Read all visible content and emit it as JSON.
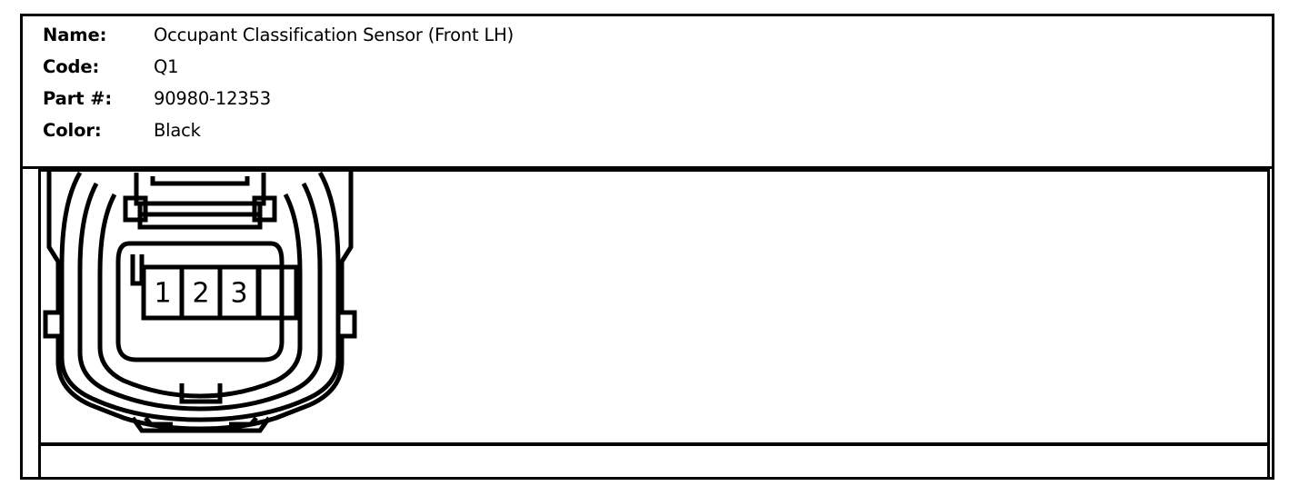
{
  "document": {
    "type": "connector-datasheet",
    "title": "Occupant Classification Sensor (Front LH)"
  },
  "spec": {
    "rows": [
      {
        "label": "Name:",
        "value": "Occupant Classification Sensor (Front LH)"
      },
      {
        "label": "Code:",
        "value": "Q1"
      },
      {
        "label": "Part #:",
        "value": "90980-12353"
      },
      {
        "label": "Color:",
        "value": "Black"
      }
    ]
  },
  "connector": {
    "view": "face-view",
    "cavity_count": 3,
    "pins": [
      {
        "number": "1"
      },
      {
        "number": "2"
      },
      {
        "number": "3"
      }
    ],
    "blank_cavity": true,
    "housing_color": "Black",
    "line_color": "#000000",
    "background_color": "#ffffff"
  },
  "frame": {
    "border_color": "#000000",
    "fill_color": "#ffffff"
  }
}
